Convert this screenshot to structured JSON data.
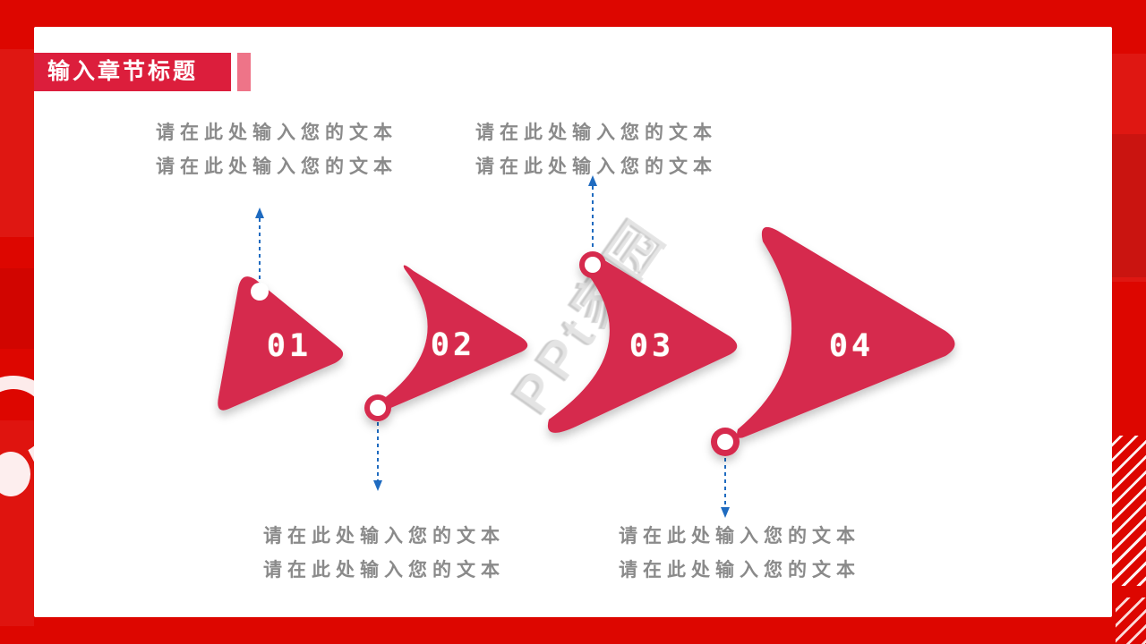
{
  "slide": {
    "section_title": "输入章节标题",
    "watermark": "PPt家园"
  },
  "steps": [
    {
      "number": "01",
      "connector_direction": "up",
      "text_lines": [
        "请在此处输入您的文本",
        "请在此处输入您的文本"
      ]
    },
    {
      "number": "02",
      "connector_direction": "down",
      "text_lines": [
        "请在此处输入您的文本",
        "请在此处输入您的文本"
      ]
    },
    {
      "number": "03",
      "connector_direction": "up",
      "text_lines": [
        "请在此处输入您的文本",
        "请在此处输入您的文本"
      ]
    },
    {
      "number": "04",
      "connector_direction": "down",
      "text_lines": [
        "请在此处输入您的文本",
        "请在此处输入您的文本"
      ]
    }
  ],
  "colors": {
    "frame_red": "#dd0600",
    "banner_red": "#dc1e3c",
    "banner_accent_pink": "#ee7488",
    "arrow_red": "#d62a4e",
    "connector_blue": "#1f6bc0",
    "placeholder_gray": "#8a8a8a",
    "watermark_gray": "#b2b2b2"
  }
}
